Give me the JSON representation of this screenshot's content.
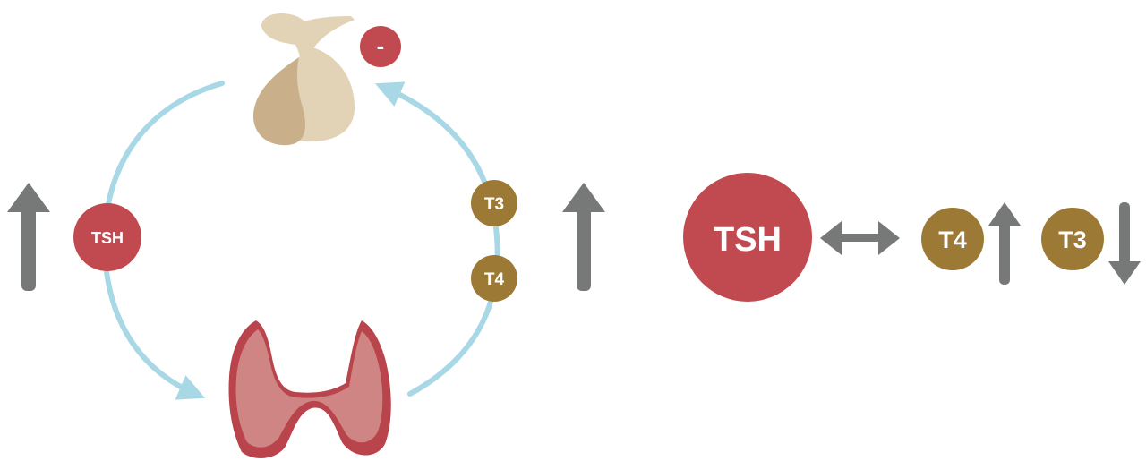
{
  "diagram": {
    "feedback_sign": "-",
    "cycle": {
      "tsh_label": "TSH",
      "t3_label": "T3",
      "t4_label": "T4"
    },
    "summary": {
      "tsh_label": "TSH",
      "t4_label": "T4",
      "t3_label": "T3"
    },
    "colors": {
      "cycle_arrow": "#a8d8e6",
      "tsh_red": "#c14a50",
      "hormone_gold": "#9c7a35",
      "indicator_gray": "#777878",
      "pituitary_light": "#e3d3b6",
      "pituitary_dark": "#c9b08a",
      "thyroid_pink": "#d08585",
      "thyroid_dark": "#b9444c"
    },
    "icons": {
      "pituitary": "pituitary-gland-icon",
      "thyroid": "thyroid-gland-icon",
      "tsh_increase": "arrow-up-icon",
      "thyroid_hormones_increase": "arrow-up-icon",
      "tsh_relation": "double-headed-arrow-icon",
      "t4_increase": "arrow-up-icon",
      "t3_decrease": "arrow-down-icon"
    }
  }
}
